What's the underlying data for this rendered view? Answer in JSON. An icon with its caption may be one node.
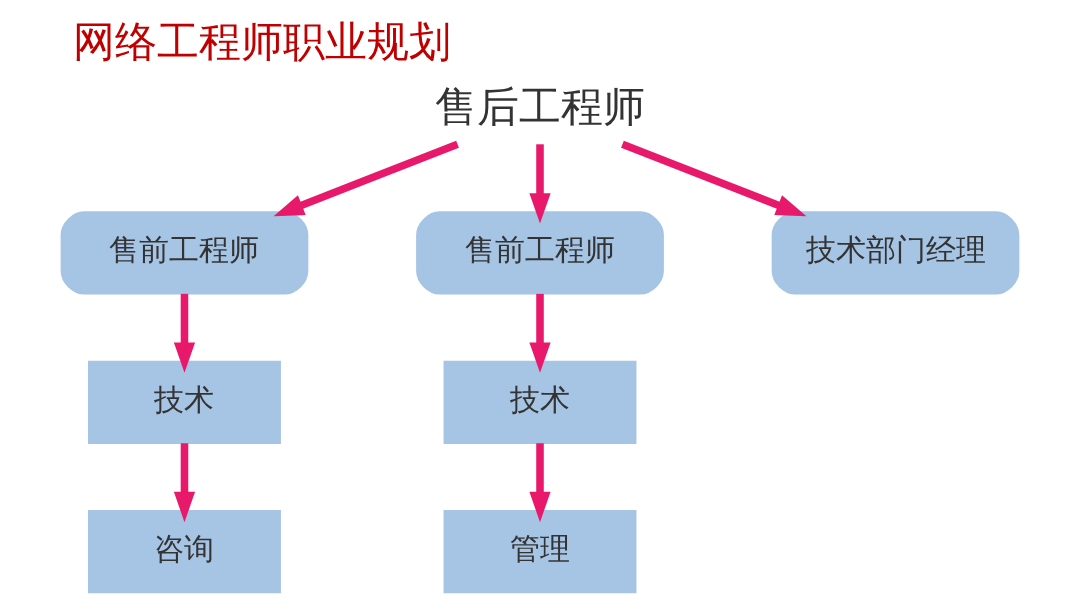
{
  "diagram": {
    "title": "网络工程师职业规划",
    "nodes": [
      {
        "text": [
          "售后工程师"
        ]
      },
      {
        "text": [
          "售前工程师"
        ]
      },
      {
        "text": [
          "售前工程师"
        ]
      },
      {
        "text": [
          "技术部门经理"
        ]
      },
      {
        "text": [
          "技术"
        ]
      },
      {
        "text": [
          "咨询"
        ]
      },
      {
        "text": [
          "技术"
        ]
      },
      {
        "text": [
          "管理"
        ]
      }
    ],
    "edges": [
      {
        "from": 0,
        "to": 1,
        "arrow": "to"
      },
      {
        "from": 0,
        "to": 2,
        "arrow": "to"
      },
      {
        "from": 0,
        "to": 3,
        "arrow": "to"
      },
      {
        "from": 1,
        "to": 4,
        "arrow": "to"
      },
      {
        "from": 4,
        "to": 5,
        "arrow": "to"
      },
      {
        "from": 2,
        "to": 6,
        "arrow": "to"
      },
      {
        "from": 6,
        "to": 7,
        "arrow": "to"
      }
    ]
  }
}
